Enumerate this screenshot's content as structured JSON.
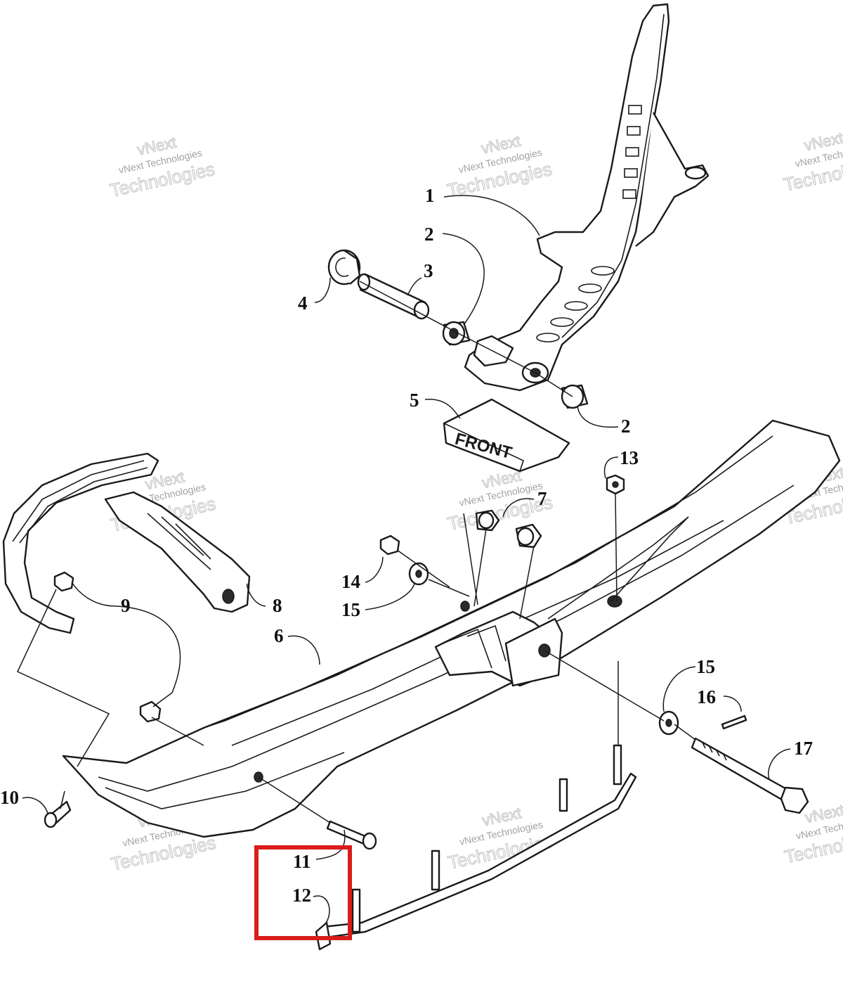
{
  "callouts": [
    {
      "id": "c1",
      "label": "1"
    },
    {
      "id": "c2a",
      "label": "2"
    },
    {
      "id": "c3",
      "label": "3"
    },
    {
      "id": "c4",
      "label": "4"
    },
    {
      "id": "c5",
      "label": "5"
    },
    {
      "id": "c2b",
      "label": "2"
    },
    {
      "id": "c13",
      "label": "13"
    },
    {
      "id": "c7",
      "label": "7"
    },
    {
      "id": "c14",
      "label": "14"
    },
    {
      "id": "c15a",
      "label": "15"
    },
    {
      "id": "c9",
      "label": "9"
    },
    {
      "id": "c8",
      "label": "8"
    },
    {
      "id": "c6",
      "label": "6"
    },
    {
      "id": "c15b",
      "label": "15"
    },
    {
      "id": "c16",
      "label": "16"
    },
    {
      "id": "c17",
      "label": "17"
    },
    {
      "id": "c10",
      "label": "10"
    },
    {
      "id": "c11",
      "label": "11"
    },
    {
      "id": "c12",
      "label": "12"
    }
  ],
  "front_label": "FRONT",
  "watermark": {
    "line1": "vNext",
    "line2": "vNext Technologies",
    "line3": "Technologies"
  },
  "highlight": {
    "color": "#d91c1c",
    "parts": [
      "11",
      "12"
    ]
  }
}
